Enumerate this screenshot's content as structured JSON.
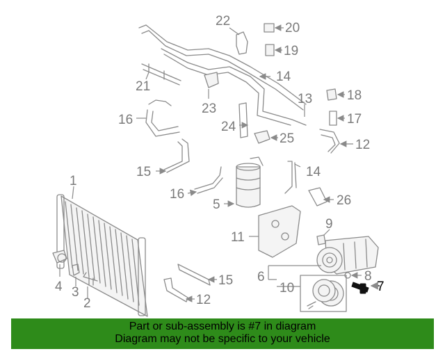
{
  "callouts": {
    "c1": "1",
    "c2": "2",
    "c3": "3",
    "c4": "4",
    "c5": "5",
    "c6": "6",
    "c7": "7",
    "c8": "8",
    "c9": "9",
    "c10": "10",
    "c11": "11",
    "c12a": "12",
    "c12b": "12",
    "c13": "13",
    "c14a": "14",
    "c14b": "14",
    "c15a": "15",
    "c15b": "15",
    "c16a": "16",
    "c16b": "16",
    "c17": "17",
    "c18": "18",
    "c19": "19",
    "c20": "20",
    "c21": "21",
    "c22": "22",
    "c23": "23",
    "c24": "24",
    "c25": "25",
    "c26": "26"
  },
  "highlighted_part": "7",
  "colors": {
    "banner": "#2e8b1a",
    "line_art": "#8a8a8a",
    "highlight": "#111111"
  },
  "banner": {
    "line1": "Part or sub-assembly is #7 in diagram",
    "line2": "Diagram may not be specific to your vehicle"
  }
}
